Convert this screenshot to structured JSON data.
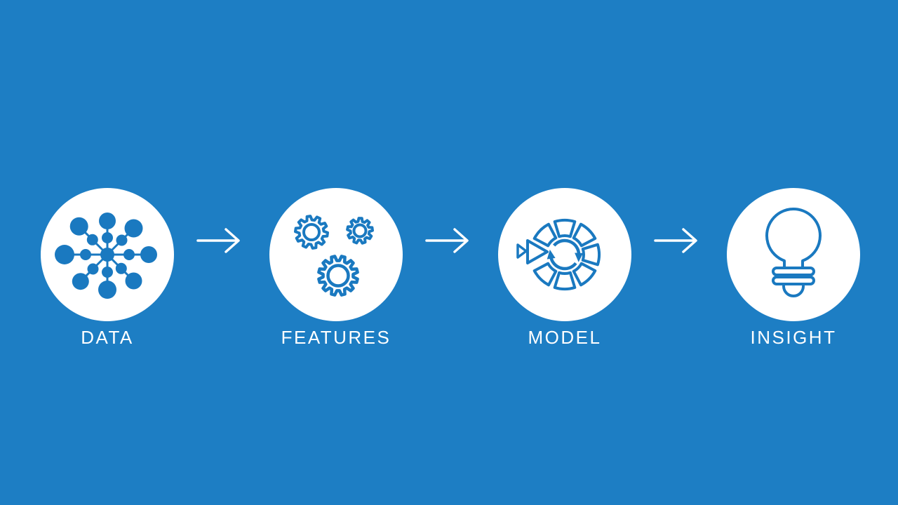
{
  "colors": {
    "background": "#1d7ec4",
    "accent": "#1a79c0",
    "circle": "#ffffff",
    "text": "#ffffff"
  },
  "pipeline": {
    "steps": [
      {
        "label": "DATA",
        "icon": "data-network-icon"
      },
      {
        "label": "FEATURES",
        "icon": "gears-icon"
      },
      {
        "label": "MODEL",
        "icon": "model-process-icon"
      },
      {
        "label": "INSIGHT",
        "icon": "lightbulb-icon"
      }
    ],
    "connector": "arrow-right"
  }
}
